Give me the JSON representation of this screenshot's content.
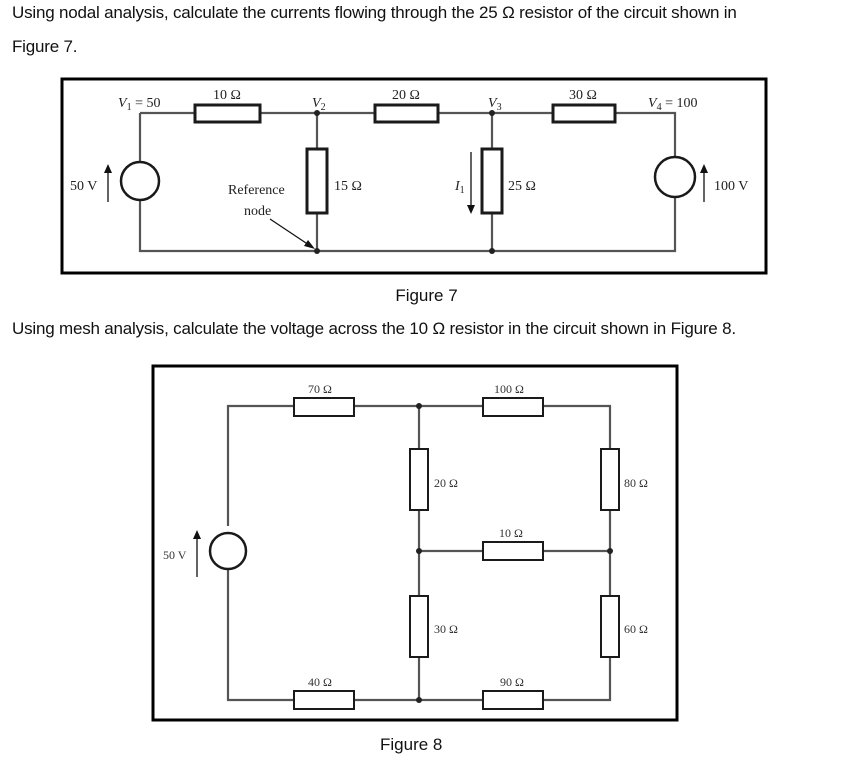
{
  "questions": {
    "q1_line1": "Using nodal analysis, calculate the currents flowing through the 25 Ω resistor of the circuit shown in",
    "q1_line2": "Figure 7.",
    "q2": "Using mesh analysis, calculate the voltage across the 10 Ω resistor in the circuit shown in Figure 8."
  },
  "figure7": {
    "caption": "Figure 7",
    "nodes": {
      "v1": "V",
      "v1_sub": "1",
      "v1_val": " = 50",
      "v2": "V",
      "v2_sub": "2",
      "v3": "V",
      "v3_sub": "3",
      "v4": "V",
      "v4_sub": "4",
      "v4_val": " = 100"
    },
    "resistors": {
      "r10": "10 Ω",
      "r20": "20 Ω",
      "r30": "30 Ω",
      "r15": "15 Ω",
      "r25": "25 Ω"
    },
    "sources": {
      "left": "50 V",
      "right": "100 V"
    },
    "current": {
      "name": "I",
      "sub": "1"
    },
    "reference_node": {
      "line1": "Reference",
      "line2": "node"
    }
  },
  "figure8": {
    "caption": "Figure 8",
    "resistors": {
      "r70": "70 Ω",
      "r100": "100 Ω",
      "r20": "20 Ω",
      "r80": "80 Ω",
      "r10": "10 Ω",
      "r30": "30 Ω",
      "r60": "60 Ω",
      "r40": "40 Ω",
      "r90": "90 Ω"
    },
    "source": "50 V"
  }
}
